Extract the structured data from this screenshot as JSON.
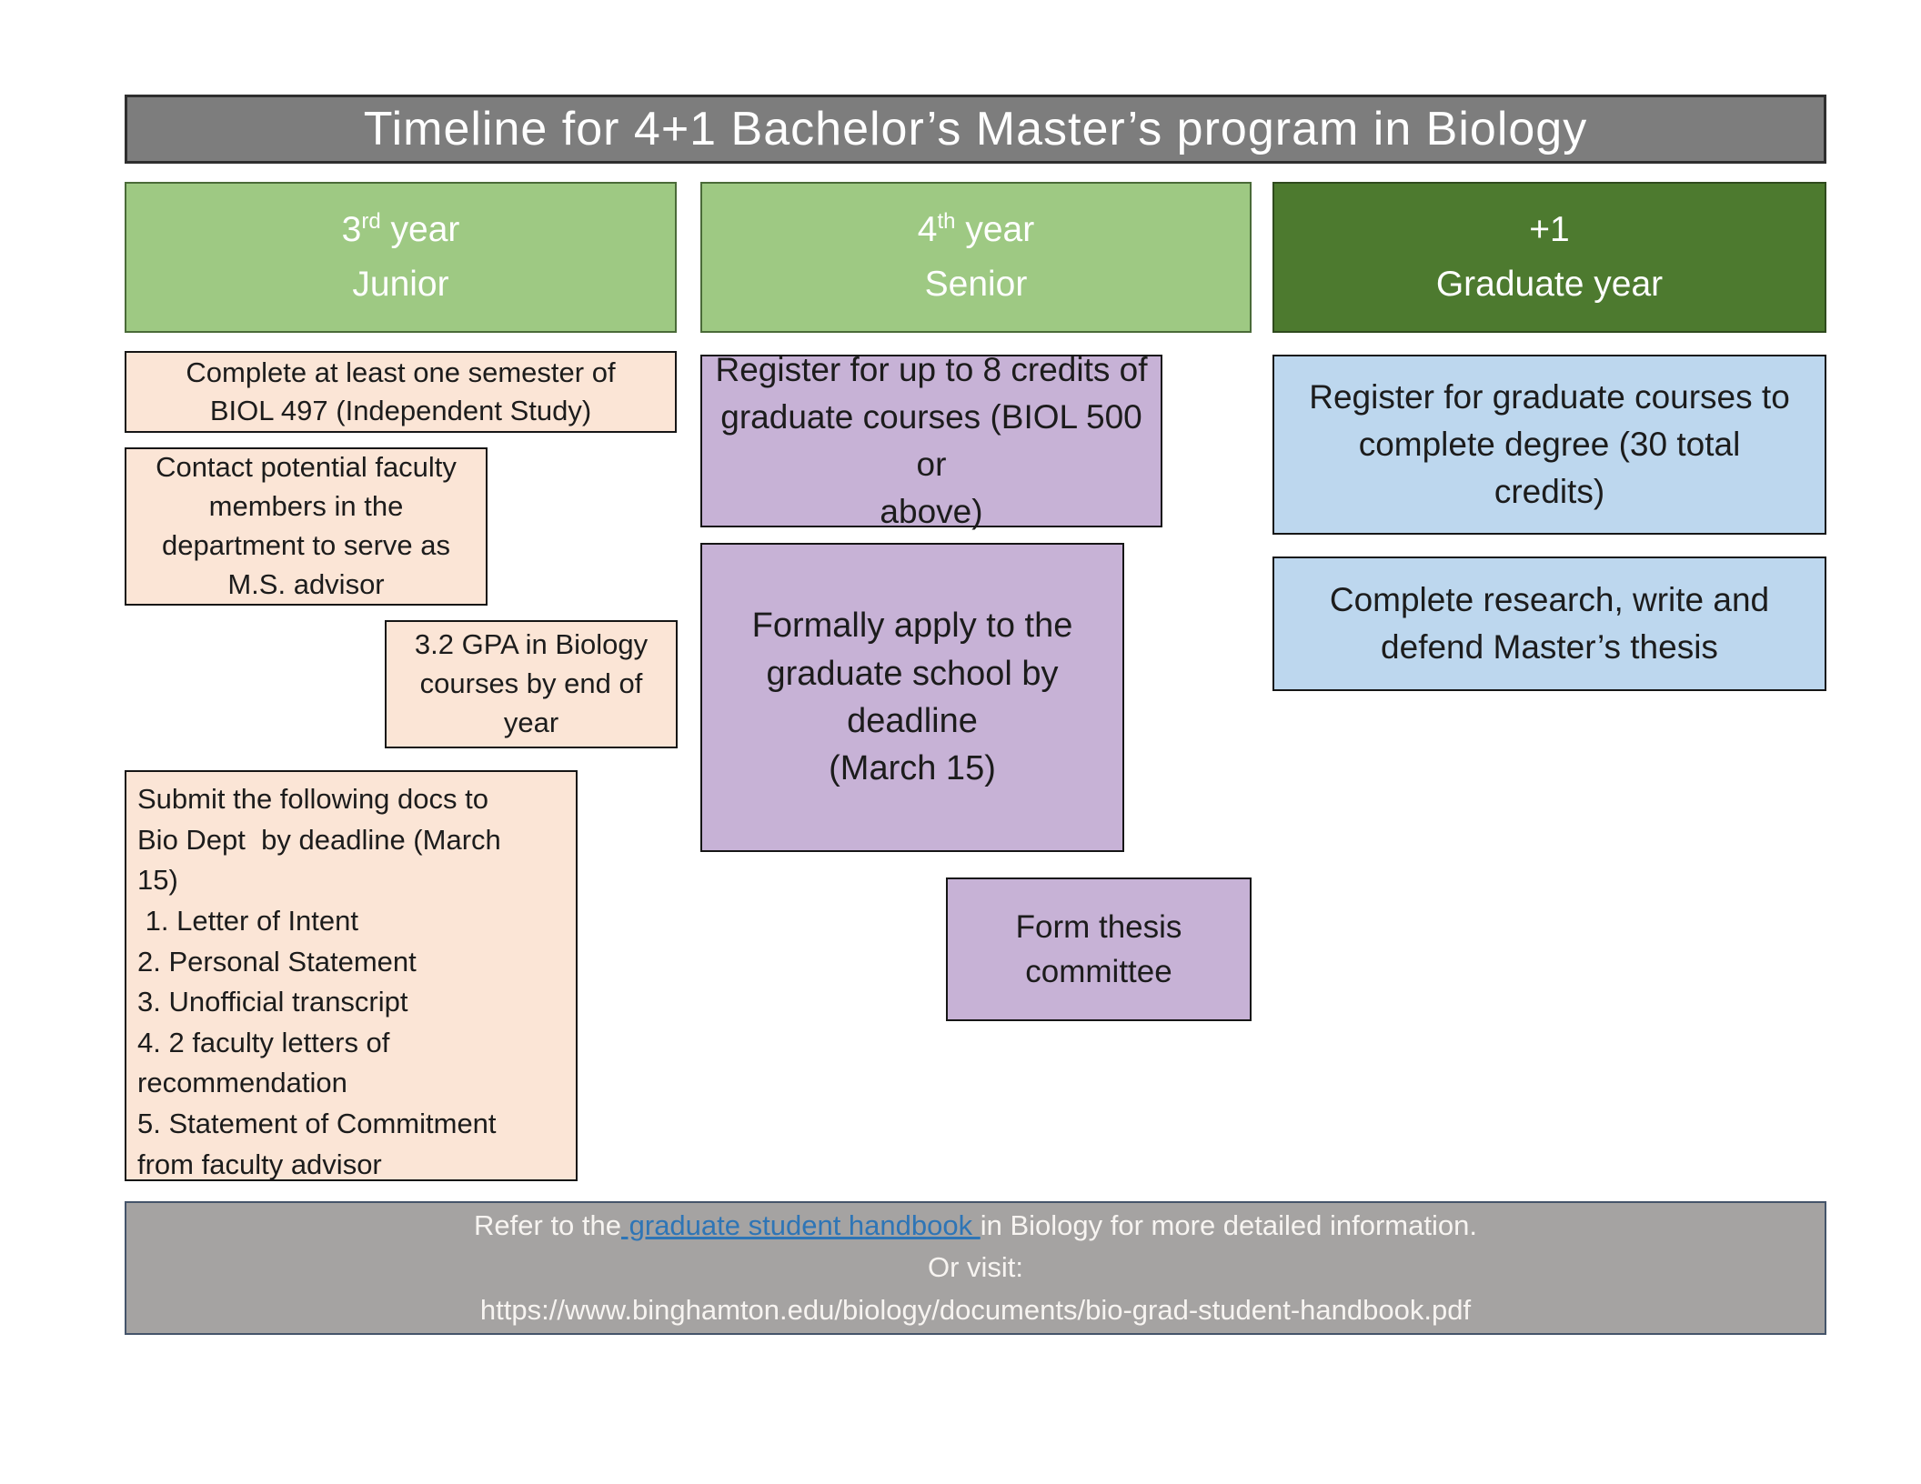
{
  "title": "Timeline for 4+1 Bachelor’s Master’s program in Biology",
  "headers": {
    "junior": {
      "num": "3",
      "sup": "rd",
      "rest": " year",
      "line2": "Junior"
    },
    "senior": {
      "num": "4",
      "sup": "th",
      "rest": " year",
      "line2": "Senior"
    },
    "graduate": {
      "line1": "+1",
      "line2": "Graduate year"
    }
  },
  "boxes": {
    "biol497": {
      "lines": [
        "Complete at least one semester of",
        "BIOL 497 (Independent Study)"
      ]
    },
    "contact_advisor": {
      "lines": [
        "Contact potential faculty",
        "members in the",
        "department to serve as",
        "M.S. advisor"
      ]
    },
    "gpa": {
      "lines": [
        "3.2 GPA in Biology",
        "courses by end of",
        "year"
      ]
    },
    "submit_docs": {
      "lines": [
        "Submit the following docs to",
        "Bio Dept  by deadline (March",
        "15)",
        " 1. Letter of Intent",
        "2. Personal Statement",
        "3. Unofficial transcript",
        "4. 2 faculty letters of",
        "recommendation",
        "5. Statement of Commitment",
        "from faculty advisor"
      ]
    },
    "register8": {
      "lines": [
        "Register for up to 8 credits of",
        "graduate courses (BIOL 500 or",
        "above)"
      ]
    },
    "formal_apply": {
      "lines": [
        "Formally apply to the",
        "graduate school by",
        "deadline",
        "(March 15)"
      ]
    },
    "thesis_committee": {
      "lines": [
        "Form thesis",
        "committee"
      ]
    },
    "register_grad": {
      "lines": [
        "Register for graduate courses to",
        "complete degree (30 total",
        "credits)"
      ]
    },
    "complete_thesis": {
      "lines": [
        "Complete research, write and",
        "defend Master’s thesis"
      ]
    }
  },
  "footer": {
    "refer_prefix": "Refer to the",
    "link_text": " graduate student handbook ",
    "refer_suffix": "in Biology for more detailed information.",
    "line2": "Or visit:",
    "line3": "https://www.binghamton.edu/biology/documents/bio-grad-student-handbook.pdf"
  },
  "colors": {
    "title_bg": "#7d7d7d",
    "header_light_green": "#9ec983",
    "header_dark_green": "#4d7a2f",
    "junior_box_fill": "#fbe5d6",
    "senior_box_fill": "#c7b2d6",
    "graduate_box_fill": "#bdd7ee",
    "footer_bg": "#a5a3a2",
    "link_blue": "#2e75b6"
  }
}
